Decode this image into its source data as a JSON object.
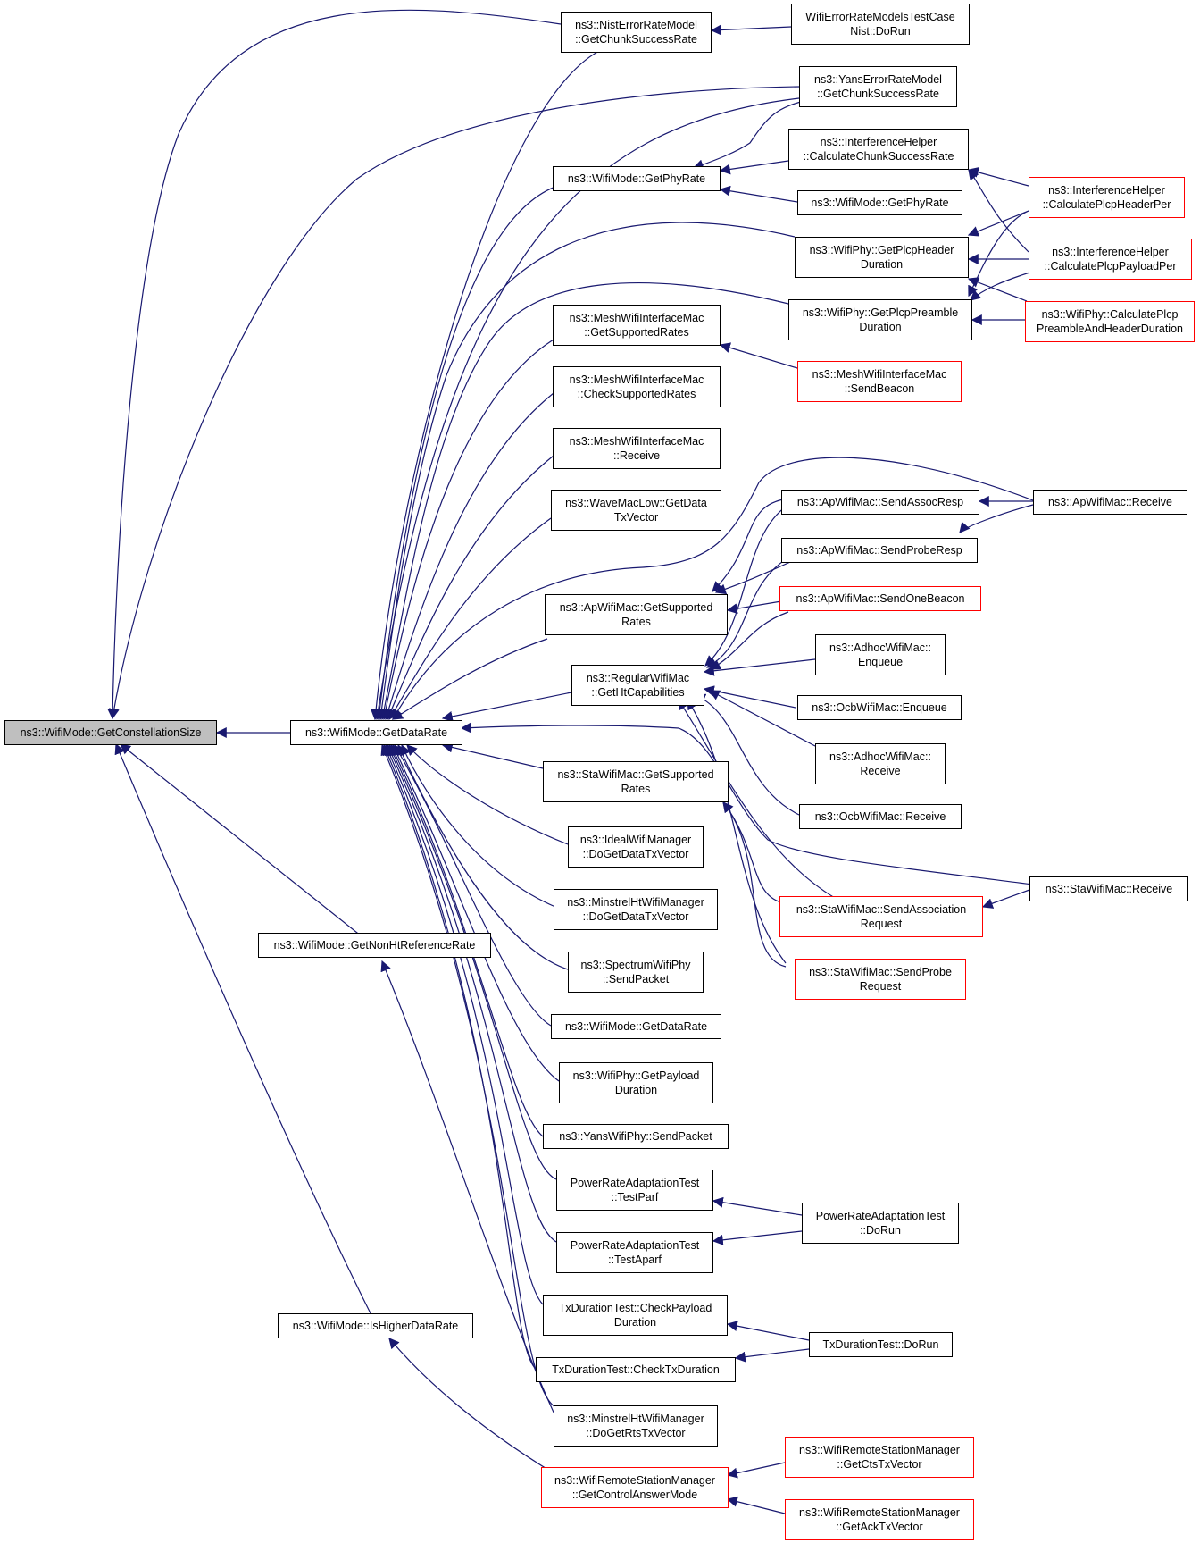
{
  "colors": {
    "edge": "#191970",
    "border": "#000000",
    "border_red": "#ff0000",
    "root_fill": "#bfbfbf"
  },
  "nodes": {
    "root": {
      "l1": "ns3::WifiMode::GetConstellationSize",
      "l2": ""
    },
    "getdatarate": {
      "l1": "ns3::WifiMode::GetDataRate",
      "l2": ""
    },
    "getnonht": {
      "l1": "ns3::WifiMode::GetNonHtReferenceRate",
      "l2": ""
    },
    "ishigher": {
      "l1": "ns3::WifiMode::IsHigherDataRate",
      "l2": ""
    },
    "nist": {
      "l1": "ns3::NistErrorRateModel",
      "l2": "::GetChunkSuccessRate"
    },
    "nisttest": {
      "l1": "WifiErrorRateModelsTestCase",
      "l2": "Nist::DoRun"
    },
    "yans": {
      "l1": "ns3::YansErrorRateModel",
      "l2": "::GetChunkSuccessRate"
    },
    "getphyrate": {
      "l1": "ns3::WifiMode::GetPhyRate",
      "l2": ""
    },
    "interfchunk": {
      "l1": "ns3::InterferenceHelper",
      "l2": "::CalculateChunkSuccessRate"
    },
    "getphyrate2": {
      "l1": "ns3::WifiMode::GetPhyRate",
      "l2": ""
    },
    "plcpheader": {
      "l1": "ns3::WifiPhy::GetPlcpHeader",
      "l2": "Duration"
    },
    "plcppreamble": {
      "l1": "ns3::WifiPhy::GetPlcpPreamble",
      "l2": "Duration"
    },
    "calcheaderper": {
      "l1": "ns3::InterferenceHelper",
      "l2": "::CalculatePlcpHeaderPer"
    },
    "calcpayloadper": {
      "l1": "ns3::InterferenceHelper",
      "l2": "::CalculatePlcpPayloadPer"
    },
    "calcpreamble": {
      "l1": "ns3::WifiPhy::CalculatePlcp",
      "l2": "PreambleAndHeaderDuration"
    },
    "meshgetsup": {
      "l1": "ns3::MeshWifiInterfaceMac",
      "l2": "::GetSupportedRates"
    },
    "meshsendbeacon": {
      "l1": "ns3::MeshWifiInterfaceMac",
      "l2": "::SendBeacon"
    },
    "meshcheck": {
      "l1": "ns3::MeshWifiInterfaceMac",
      "l2": "::CheckSupportedRates"
    },
    "meshreceive": {
      "l1": "ns3::MeshWifiInterfaceMac",
      "l2": "::Receive"
    },
    "wavemac": {
      "l1": "ns3::WaveMacLow::GetData",
      "l2": "TxVector"
    },
    "apgetsup": {
      "l1": "ns3::ApWifiMac::GetSupported",
      "l2": "Rates"
    },
    "regularht": {
      "l1": "ns3::RegularWifiMac",
      "l2": "::GetHtCapabilities"
    },
    "stagetsup": {
      "l1": "ns3::StaWifiMac::GetSupported",
      "l2": "Rates"
    },
    "ideal": {
      "l1": "ns3::IdealWifiManager",
      "l2": "::DoGetDataTxVector"
    },
    "minstreldata": {
      "l1": "ns3::MinstrelHtWifiManager",
      "l2": "::DoGetDataTxVector"
    },
    "spectrum": {
      "l1": "ns3::SpectrumWifiPhy",
      "l2": "::SendPacket"
    },
    "getdatarate2": {
      "l1": "ns3::WifiMode::GetDataRate",
      "l2": ""
    },
    "getpayload": {
      "l1": "ns3::WifiPhy::GetPayload",
      "l2": "Duration"
    },
    "yanssend": {
      "l1": "ns3::YansWifiPhy::SendPacket",
      "l2": ""
    },
    "testparf": {
      "l1": "PowerRateAdaptationTest",
      "l2": "::TestParf"
    },
    "testaparf": {
      "l1": "PowerRateAdaptationTest",
      "l2": "::TestAparf"
    },
    "prdorun": {
      "l1": "PowerRateAdaptationTest",
      "l2": "::DoRun"
    },
    "txcheckpayload": {
      "l1": "TxDurationTest::CheckPayload",
      "l2": "Duration"
    },
    "txchecktx": {
      "l1": "TxDurationTest::CheckTxDuration",
      "l2": ""
    },
    "txdorun": {
      "l1": "TxDurationTest::DoRun",
      "l2": ""
    },
    "minstrelrts": {
      "l1": "ns3::MinstrelHtWifiManager",
      "l2": "::DoGetRtsTxVector"
    },
    "controlanswer": {
      "l1": "ns3::WifiRemoteStationManager",
      "l2": "::GetControlAnswerMode"
    },
    "getcts": {
      "l1": "ns3::WifiRemoteStationManager",
      "l2": "::GetCtsTxVector"
    },
    "getack": {
      "l1": "ns3::WifiRemoteStationManager",
      "l2": "::GetAckTxVector"
    },
    "apsendassoc": {
      "l1": "ns3::ApWifiMac::SendAssocResp",
      "l2": ""
    },
    "apsendprobe": {
      "l1": "ns3::ApWifiMac::SendProbeResp",
      "l2": ""
    },
    "apsendbeacon": {
      "l1": "ns3::ApWifiMac::SendOneBeacon",
      "l2": ""
    },
    "apreceive": {
      "l1": "ns3::ApWifiMac::Receive",
      "l2": ""
    },
    "adhocenqueue": {
      "l1": "ns3::AdhocWifiMac::",
      "l2": "Enqueue"
    },
    "ocbenqueue": {
      "l1": "ns3::OcbWifiMac::Enqueue",
      "l2": ""
    },
    "adhocreceive": {
      "l1": "ns3::AdhocWifiMac::",
      "l2": "Receive"
    },
    "ocbreceive": {
      "l1": "ns3::OcbWifiMac::Receive",
      "l2": ""
    },
    "stareceive": {
      "l1": "ns3::StaWifiMac::Receive",
      "l2": ""
    },
    "stasendassoc": {
      "l1": "ns3::StaWifiMac::SendAssociation",
      "l2": "Request"
    },
    "stasendprobe": {
      "l1": "ns3::StaWifiMac::SendProbe",
      "l2": "Request"
    }
  }
}
